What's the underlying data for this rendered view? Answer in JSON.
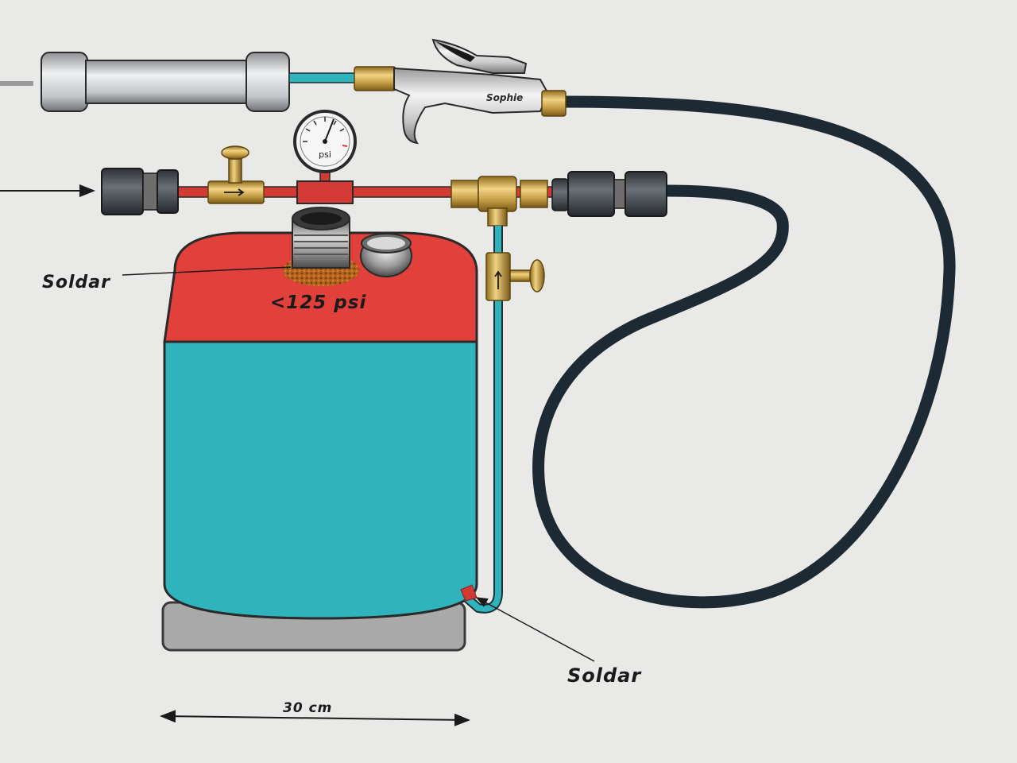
{
  "labels": {
    "solder_top": "Soldar",
    "solder_bottom": "Soldar",
    "pressure_limit": "<125 psi",
    "dimension": "30 cm",
    "gauge_unit": "psi",
    "gun_brand": "Sophie"
  },
  "colors": {
    "background": "#e9e9e7",
    "tank_top": "#e2403a",
    "tank_bottom": "#2fb4bd",
    "pipe_red": "#d33a36",
    "pipe_teal": "#2fb4bd",
    "hose": "#1e2a33",
    "brass": "#c9a24a",
    "base": "#a9a9a9"
  },
  "icons": {
    "pressure_gauge": "pressure-gauge-icon",
    "valve": "brass-valve-icon",
    "air_gun": "blow-gun-icon",
    "coupler": "quick-coupler-icon"
  }
}
